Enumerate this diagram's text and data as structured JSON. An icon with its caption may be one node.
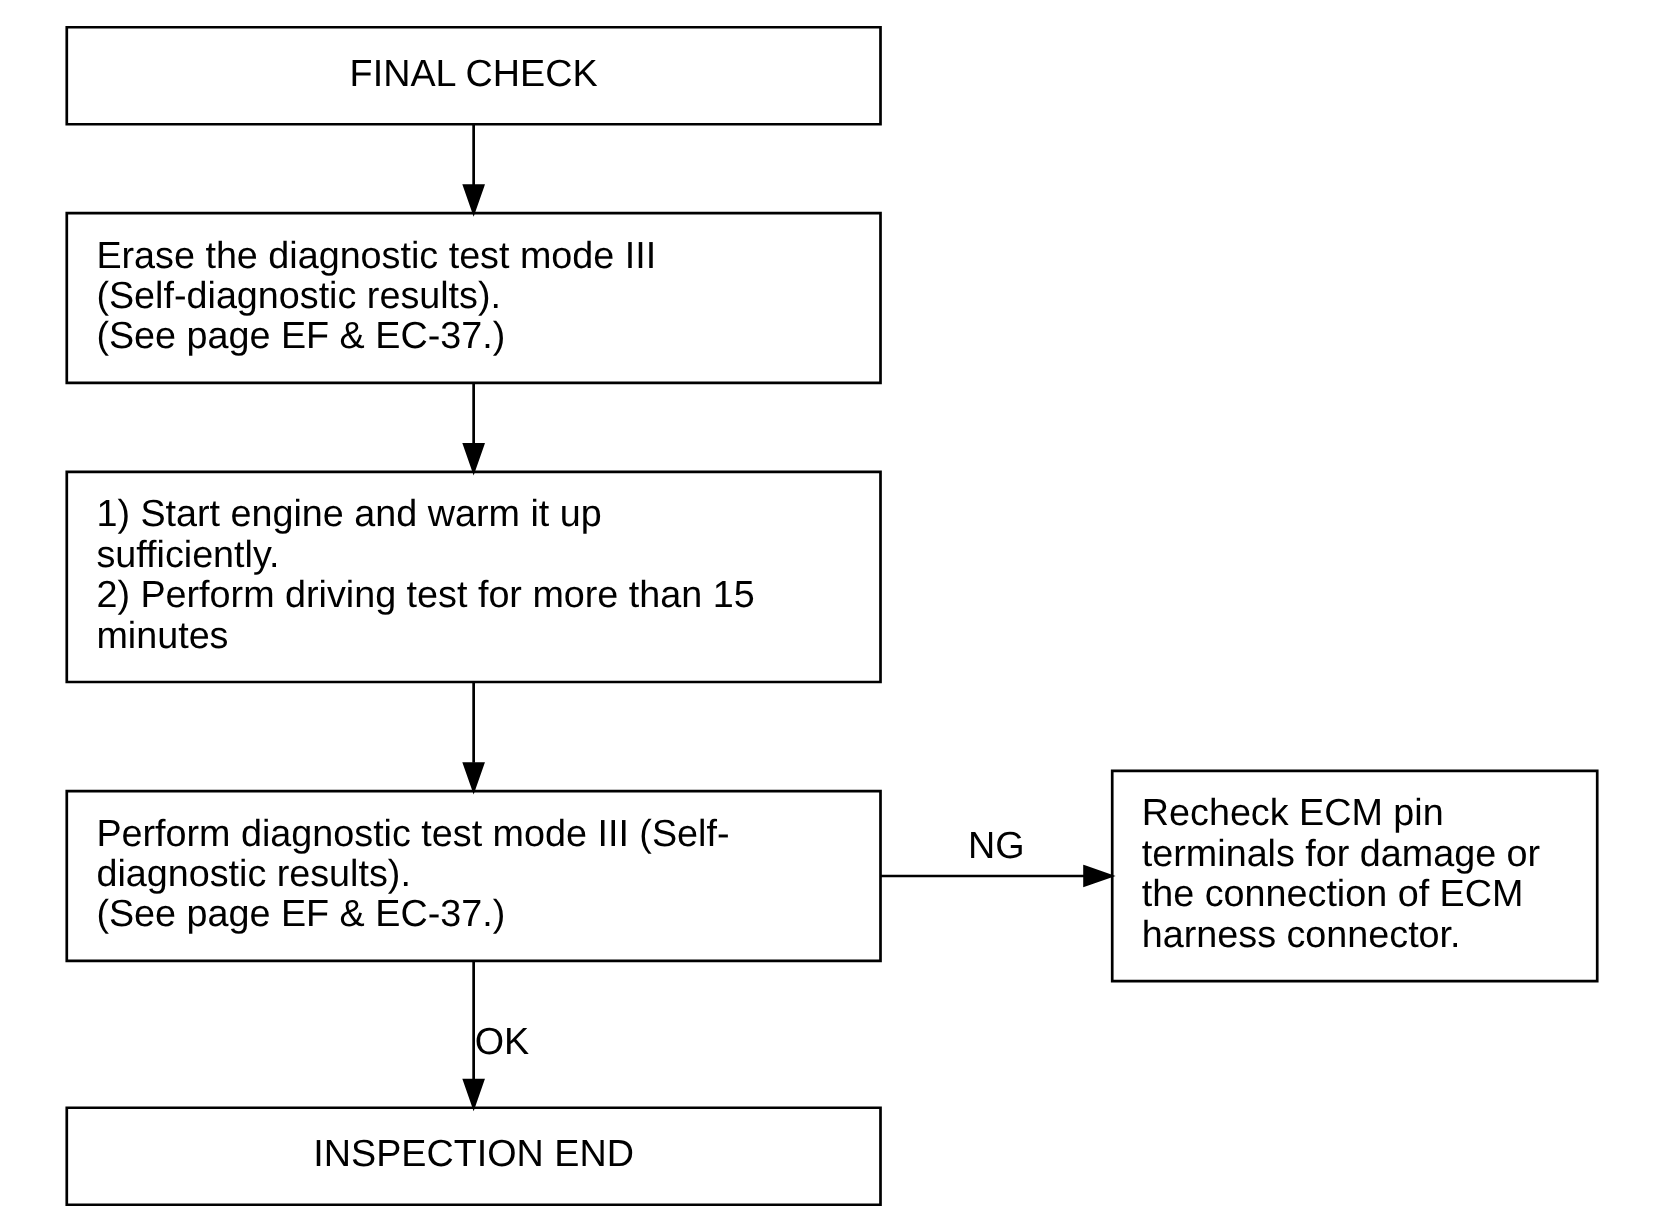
{
  "diagram": {
    "nodes": [
      {
        "text": [
          "FINAL CHECK"
        ]
      },
      {
        "text": [
          "Erase the diagnostic test mode III (Self-diagnostic results).",
          "(See page EF & EC-37.)"
        ]
      },
      {
        "text": [
          "1) Start engine and warm it up sufficiently.",
          "2) Perform driving test for more than 15 minutes"
        ]
      },
      {
        "text": [
          "Perform diagnostic test mode III (Self-diagnostic results).",
          "(See page EF & EC-37.)"
        ]
      },
      {
        "text": [
          "Recheck ECM pin terminals for damage or the connection of ECM harness connector."
        ]
      },
      {
        "text": [
          "INSPECTION END"
        ]
      }
    ],
    "edges": [
      {
        "from": 0,
        "to": 1,
        "arrow": "to"
      },
      {
        "from": 1,
        "to": 2,
        "arrow": "to"
      },
      {
        "from": 2,
        "to": 3,
        "arrow": "to"
      },
      {
        "from": 3,
        "to": 4,
        "arrow": "to",
        "label": "NG"
      },
      {
        "from": 3,
        "to": 5,
        "arrow": "to",
        "label": "OK"
      }
    ]
  }
}
